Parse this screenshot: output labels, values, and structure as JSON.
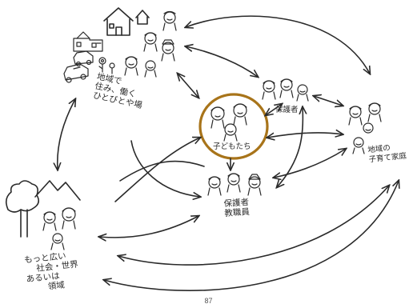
{
  "colors": {
    "ink": "#2a2a2a",
    "highlight_ring": "#a8741a",
    "background": "#ffffff"
  },
  "nodes": {
    "local_community": {
      "label_line1": "地域で",
      "label_line2": "住み、働く",
      "label_line3": "ひとびとや場"
    },
    "children": {
      "label": "子どもたち"
    },
    "caregivers": {
      "label": "保護者"
    },
    "teachers": {
      "label_line1": "保護者",
      "label_line2": "教職員"
    },
    "local_families": {
      "label_line1": "地域の",
      "label_line2": "子育て家庭"
    },
    "wider_world": {
      "label_line1": "もっと広い",
      "label_line2": "社会・世界",
      "label_line3": "あるいは",
      "label_line4": "領域"
    }
  },
  "footer": {
    "page_number": "87"
  },
  "icons": [
    "house-icon",
    "small-house-icon",
    "school-building-icon",
    "car-icon",
    "flower-icon",
    "person-face-icon",
    "tree-icon",
    "mountain-icon"
  ]
}
